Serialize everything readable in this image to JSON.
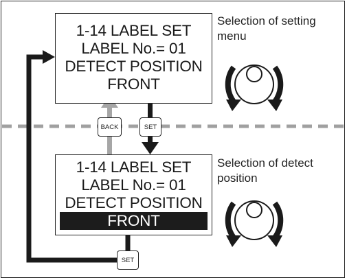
{
  "screens": [
    {
      "lines": [
        "1-14 LABEL SET",
        "LABEL No.= 01",
        "DETECT POSITION",
        "FRONT"
      ],
      "highlighted_line_index": null
    },
    {
      "lines": [
        "1-14 LABEL SET",
        "LABEL No.= 01",
        "DETECT POSITION",
        "FRONT"
      ],
      "highlighted_line_index": 3
    }
  ],
  "captions": {
    "top": "Selection of setting menu",
    "bottom": "Selection of detect position"
  },
  "buttons": {
    "back": "BACK",
    "set_down": "SET",
    "set_return": "SET"
  },
  "icons": {
    "dial": "rotary-dial-icon"
  },
  "colors": {
    "line": "#1a1a1a",
    "back_arrow": "#a6a6a6",
    "divider": "#a0a0a0",
    "highlight_bg": "#1c1c1c"
  }
}
